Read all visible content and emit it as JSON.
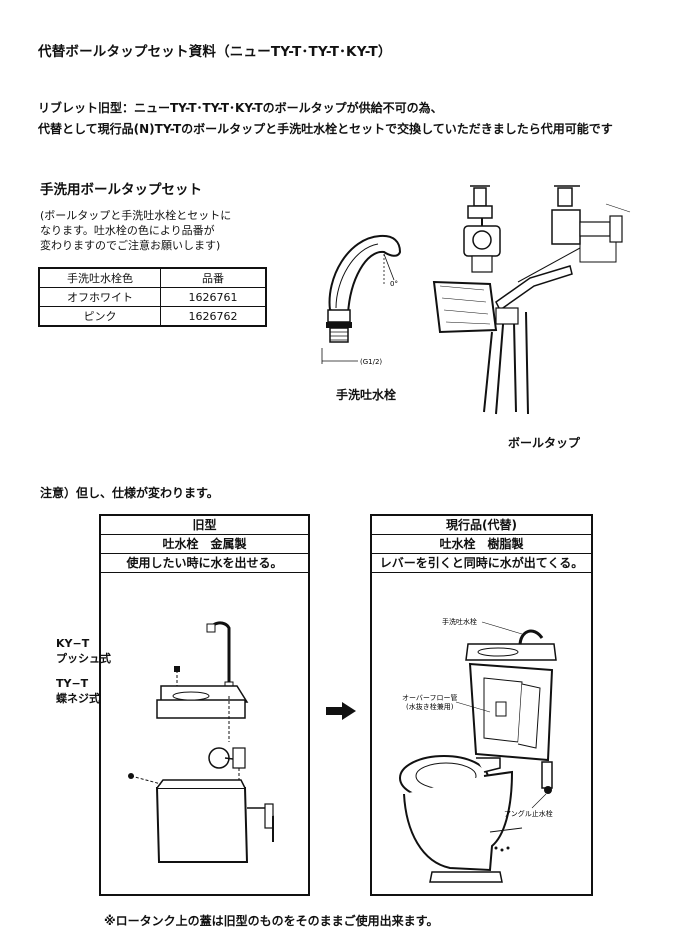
{
  "document": {
    "title": "代替ボールタップセット資料（ニューTY-T･TY-T･KY-T）",
    "intro_line1": "リブレット旧型：ニューTY-T･TY-T･KY-Tのボールタップが供給不可の為、",
    "intro_line2": "代替として現行品(N)TY-Tのボールタップと手洗吐水栓とセットで交換していただきましたら代用可能です"
  },
  "set_section": {
    "title": "手洗用ボールタップセット",
    "note_line1": "(ボールタップと手洗吐水栓とセットに",
    "note_line2": "なります。吐水栓の色により品番が",
    "note_line3": "変わりますのでご注意お願いします)",
    "table": {
      "header_color": "手洗吐水栓色",
      "header_code": "品番",
      "rows": [
        {
          "color": "オフホワイト",
          "code": "1626761"
        },
        {
          "color": "ピンク",
          "code": "1626762"
        }
      ]
    },
    "faucet_label": "手洗吐水栓",
    "balltap_label": "ボールタップ",
    "dim_g12": "(G1/2)",
    "dim_deg": "0°"
  },
  "comparison": {
    "caution": "注意）但し、仕様が変わります。",
    "old": {
      "title": "旧型",
      "spec1": "吐水栓　金属製",
      "spec2": "使用したい時に水を出せる。"
    },
    "new": {
      "title": "現行品(代替)",
      "spec1": "吐水栓　樹脂製",
      "spec2": "レバーを引くと同時に水が出てくる。",
      "callout_faucet": "手洗吐水栓",
      "callout_overflow1": "オーバーフロー管",
      "callout_overflow2": "(水抜き栓兼用)",
      "callout_valve": "アングル止水栓"
    },
    "side_kyt1": "KY−T",
    "side_kyt2": "プッシュ式",
    "side_tyt1": "TY−T",
    "side_tyt2": "蝶ネジ式"
  },
  "footer": "※ロータンク上の蓋は旧型のものをそのままご使用出来ます。"
}
